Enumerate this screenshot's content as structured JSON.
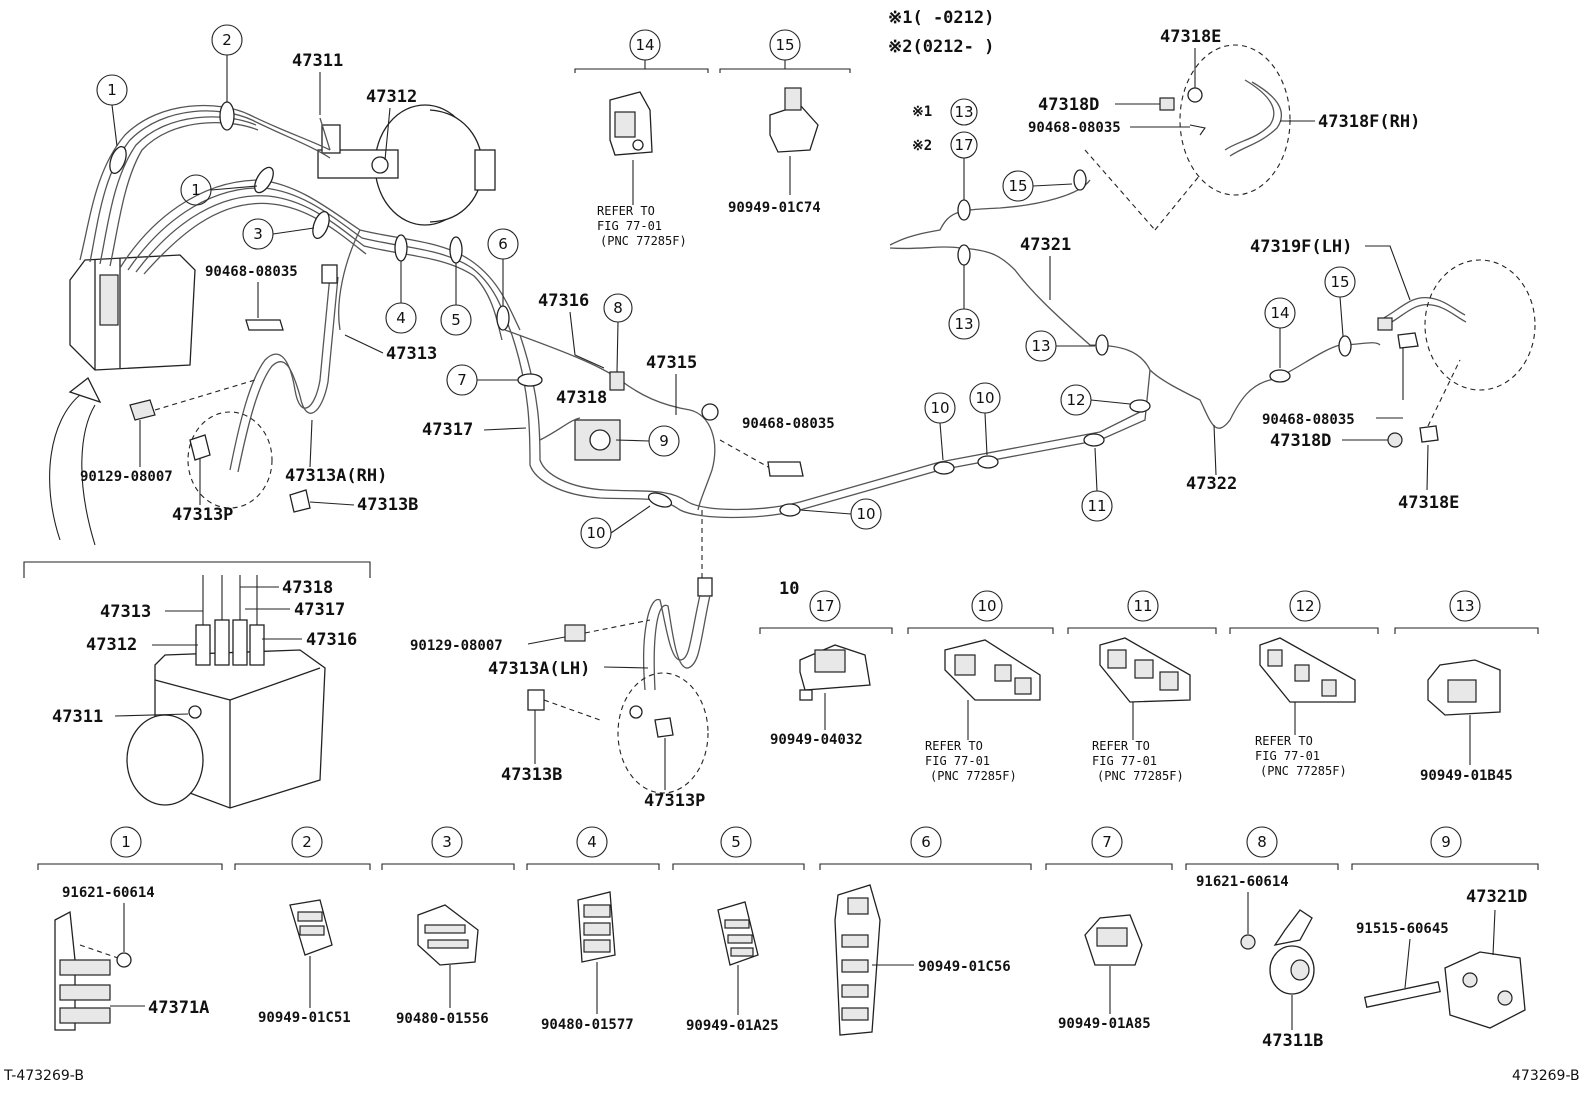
{
  "notes": {
    "n1": "※1(      -0212)",
    "n2": "※2(0212-      )",
    "n1s": "※1",
    "n2s": "※2"
  },
  "parts": {
    "p47311": "47311",
    "p47312": "47312",
    "p47313": "47313",
    "p47316": "47316",
    "p47315": "47315",
    "p47317": "47317",
    "p47318": "47318",
    "p47321": "47321",
    "p47322": "47322",
    "p47318E": "47318E",
    "p47318D": "47318D",
    "p47318F": "47318F(RH)",
    "p47319F": "47319F(LH)",
    "p47313A_RH": "47313A(RH)",
    "p47313A_LH": "47313A(LH)",
    "p47313B": "47313B",
    "p47313P": "47313P",
    "p47371A": "47371A",
    "p47311B": "47311B",
    "p47321D": "47321D",
    "c90468": "90468-08035",
    "c90129": "90129-08007",
    "c90949_01C74": "90949-01C74",
    "c90949_04032": "90949-04032",
    "c90949_01B45": "90949-01B45",
    "c91621": "91621-60614",
    "c90949_01C51": "90949-01C51",
    "c90480_01556": "90480-01556",
    "c90480_01577": "90480-01577",
    "c90949_01A25": "90949-01A25",
    "c90949_01C56": "90949-01C56",
    "c90949_01A85": "90949-01A85",
    "c91515": "91515-60645",
    "ref_fig": "REFER TO",
    "ref_fig2": "FIG 77-01",
    "ref_pnc": "(PNC 77285F)",
    "ten": "10"
  },
  "callouts": [
    "1",
    "2",
    "3",
    "4",
    "5",
    "6",
    "7",
    "8",
    "9",
    "10",
    "11",
    "12",
    "13",
    "14",
    "15",
    "17"
  ],
  "footer": {
    "left": "T-473269-B",
    "right": "473269-B"
  }
}
